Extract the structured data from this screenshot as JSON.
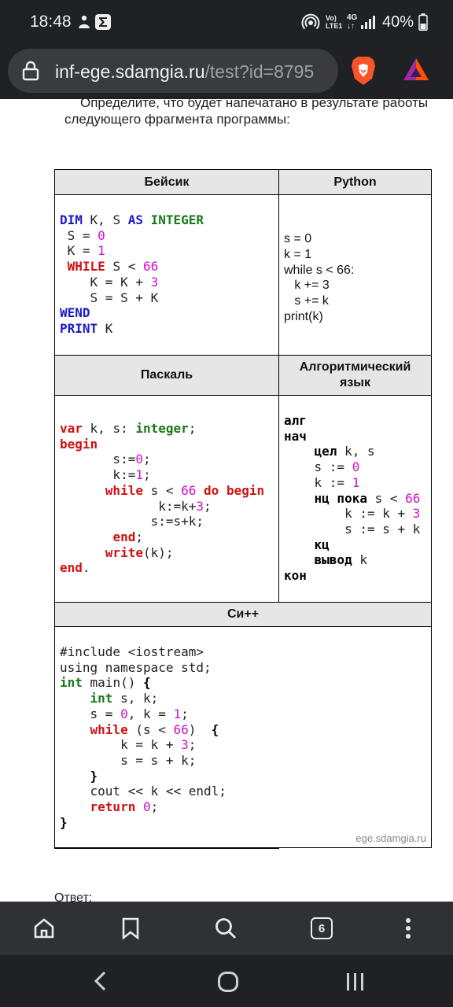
{
  "status_bar": {
    "time": "18:48",
    "network_label": "VoLTE1",
    "net_type": "4G",
    "battery": "40%"
  },
  "url_bar": {
    "host": "inf-ege.sdamgia.ru",
    "path": "/test?id=8795"
  },
  "intro_text": "Определите, что будет напечатано в результате работы следующего фрагмента программы:",
  "table": {
    "headers": {
      "basic": "Бейсик",
      "python": "Python",
      "pascal": "Паскаль",
      "algo": "Алгоритмический язык",
      "cpp": "Си++"
    },
    "python_code": "s = 0\nk = 1\nwhile s < 66:\n   k += 3\n   s += k\nprint(k)",
    "watermark": "ege.sdamgia.ru"
  },
  "answer_label": "Ответ:",
  "toolbar": {
    "tab_count": "6"
  }
}
